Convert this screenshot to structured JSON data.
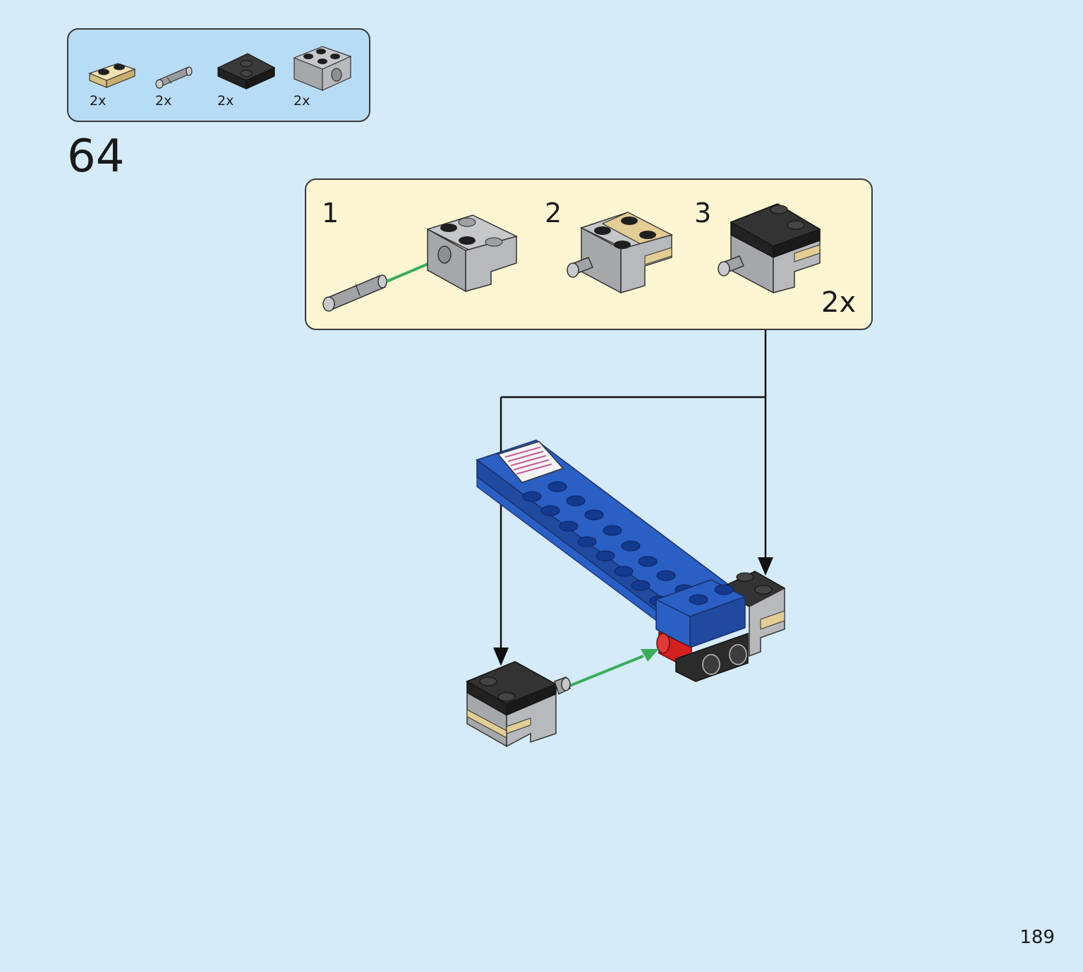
{
  "step": {
    "number": "64"
  },
  "parts_list": [
    {
      "name": "tan 1x2 plate",
      "quantity": "2x",
      "color": "#e4cd93"
    },
    {
      "name": "light gray pin",
      "quantity": "2x",
      "color": "#a3a5a8"
    },
    {
      "name": "black 2x2 tile",
      "quantity": "2x",
      "color": "#2b2b2b"
    },
    {
      "name": "light gray brick with hole",
      "quantity": "2x",
      "color": "#a3a5a8"
    }
  ],
  "sub_assembly": {
    "steps": [
      "1",
      "2",
      "3"
    ],
    "multiplier": "2x"
  },
  "page": {
    "number": "189"
  },
  "colors": {
    "background": "#d5ebfa",
    "parts_box": "#b9dcf6",
    "sub_box": "#fef6d2",
    "arrow_green": "#3aad5c",
    "blue_brick": "#2a5fc4",
    "red_piece": "#d42020"
  }
}
